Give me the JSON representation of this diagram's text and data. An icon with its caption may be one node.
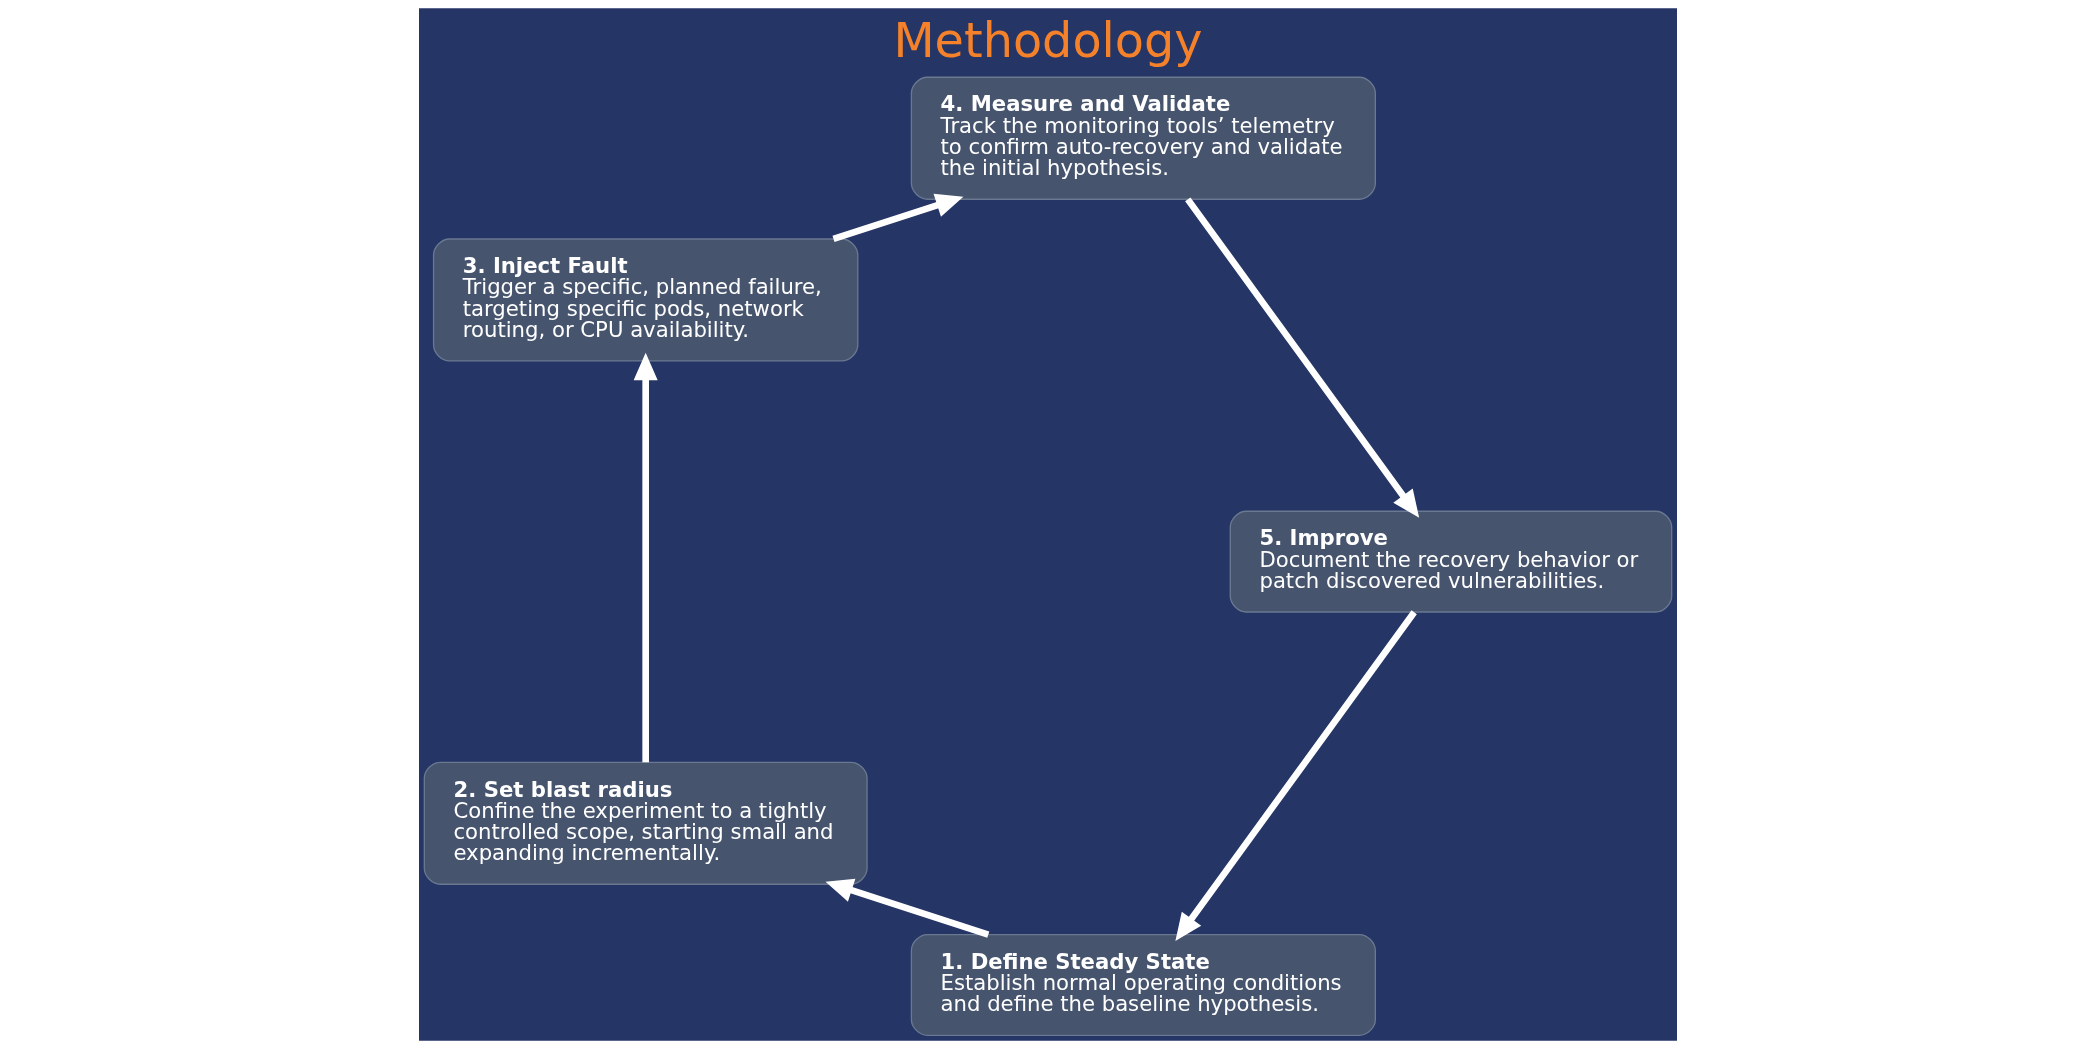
{
  "diagram": {
    "title": "Methodology",
    "nodes": [
      {
        "text": [
          "1. Define Steady State",
          "Establish normal operating conditions and define the baseline hypothesis."
        ]
      },
      {
        "text": [
          "2. Set blast radius",
          "Confine the experiment to a tightly controlled scope, starting small and expanding incrementally."
        ]
      },
      {
        "text": [
          "3. Inject Fault",
          "Trigger a specific, planned failure, targeting specific pods, network routing, or CPU availability."
        ]
      },
      {
        "text": [
          "4. Measure and Validate",
          "Track the monitoring tools’ telemetry to confirm auto-recovery and validate the initial hypothesis."
        ]
      },
      {
        "text": [
          "5. Improve",
          "Document the recovery behavior or patch discovered vulnerabilities."
        ]
      }
    ],
    "edges": [
      {
        "from": 0,
        "to": 1,
        "arrow": "to"
      },
      {
        "from": 1,
        "to": 2,
        "arrow": "to"
      },
      {
        "from": 2,
        "to": 3,
        "arrow": "to"
      },
      {
        "from": 3,
        "to": 4,
        "arrow": "to"
      },
      {
        "from": 4,
        "to": 0,
        "arrow": "to"
      }
    ]
  }
}
